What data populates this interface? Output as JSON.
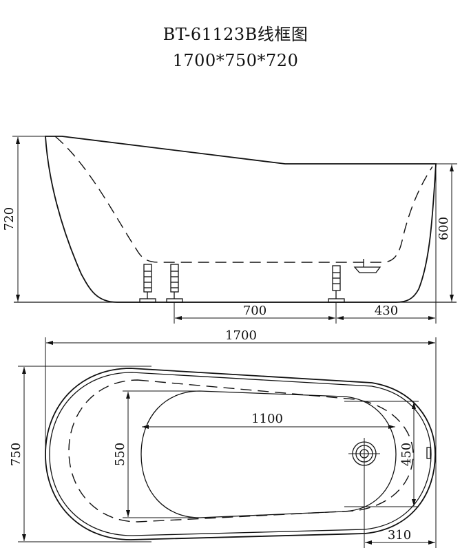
{
  "title": "BT-61123B线框图",
  "dimensions_summary": "1700*750*720",
  "side_view": {
    "height_total": "720",
    "rim_height": "600",
    "feet_spacing": "700",
    "foot_to_end": "430"
  },
  "top_view": {
    "overall_length": "1700",
    "overall_width": "750",
    "inner_length": "1100",
    "inner_width_left": "550",
    "inner_width_right": "450",
    "drain_offset": "310"
  }
}
